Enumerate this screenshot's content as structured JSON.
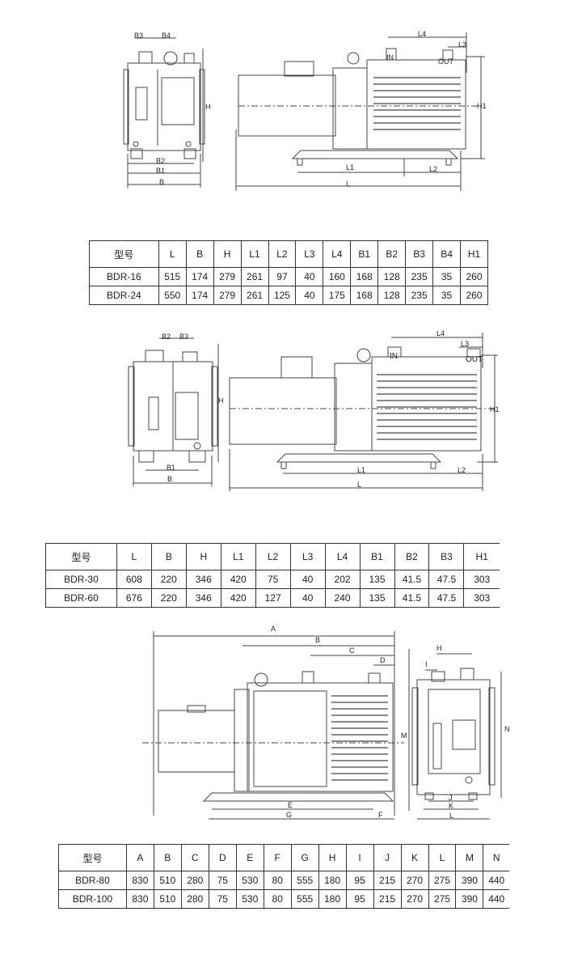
{
  "drawing1": {
    "labels": {
      "B3": "B3",
      "B4": "B4",
      "H": "H",
      "B2": "B2",
      "B1": "B1",
      "B": "B",
      "L4": "L4",
      "L3": "L3",
      "IN": "IN",
      "OUT": "OUT",
      "H1": "H1",
      "L1": "L1",
      "L2": "L2",
      "L": "L"
    }
  },
  "table1": {
    "headers": [
      "型号",
      "L",
      "B",
      "H",
      "L1",
      "L2",
      "L3",
      "L4",
      "B1",
      "B2",
      "B3",
      "B4",
      "H1"
    ],
    "rows": [
      [
        "BDR-16",
        "515",
        "174",
        "279",
        "261",
        "97",
        "40",
        "160",
        "168",
        "128",
        "235",
        "35",
        "260"
      ],
      [
        "BDR-24",
        "550",
        "174",
        "279",
        "261",
        "125",
        "40",
        "175",
        "168",
        "128",
        "235",
        "35",
        "260"
      ]
    ]
  },
  "drawing2": {
    "labels": {
      "B2": "B2",
      "B3": "B3",
      "H": "H",
      "B1": "B1",
      "B": "B",
      "L4": "L4",
      "L3": "L3",
      "IN": "IN",
      "OUT": "OUT",
      "H1": "H1",
      "L1": "L1",
      "L2": "L2",
      "L": "L"
    }
  },
  "table2": {
    "headers": [
      "型号",
      "L",
      "B",
      "H",
      "L1",
      "L2",
      "L3",
      "L4",
      "B1",
      "B2",
      "B3",
      "H1"
    ],
    "rows": [
      [
        "BDR-30",
        "608",
        "220",
        "346",
        "420",
        "75",
        "40",
        "202",
        "135",
        "41.5",
        "47.5",
        "303"
      ],
      [
        "BDR-60",
        "676",
        "220",
        "346",
        "420",
        "127",
        "40",
        "240",
        "135",
        "41.5",
        "47.5",
        "303"
      ]
    ]
  },
  "drawing3": {
    "labels": {
      "A": "A",
      "B": "B",
      "C": "C",
      "D": "D",
      "E": "E",
      "F": "F",
      "G": "G",
      "M": "M",
      "H": "H",
      "I": "I",
      "J": "J",
      "K": "K",
      "L": "L",
      "N": "N"
    }
  },
  "table3": {
    "headers": [
      "型号",
      "A",
      "B",
      "C",
      "D",
      "E",
      "F",
      "G",
      "H",
      "I",
      "J",
      "K",
      "L",
      "M",
      "N"
    ],
    "rows": [
      [
        "BDR-80",
        "830",
        "510",
        "280",
        "75",
        "530",
        "80",
        "555",
        "180",
        "95",
        "215",
        "270",
        "275",
        "390",
        "440"
      ],
      [
        "BDR-100",
        "830",
        "510",
        "280",
        "75",
        "530",
        "80",
        "555",
        "180",
        "95",
        "215",
        "270",
        "275",
        "390",
        "440"
      ]
    ]
  }
}
